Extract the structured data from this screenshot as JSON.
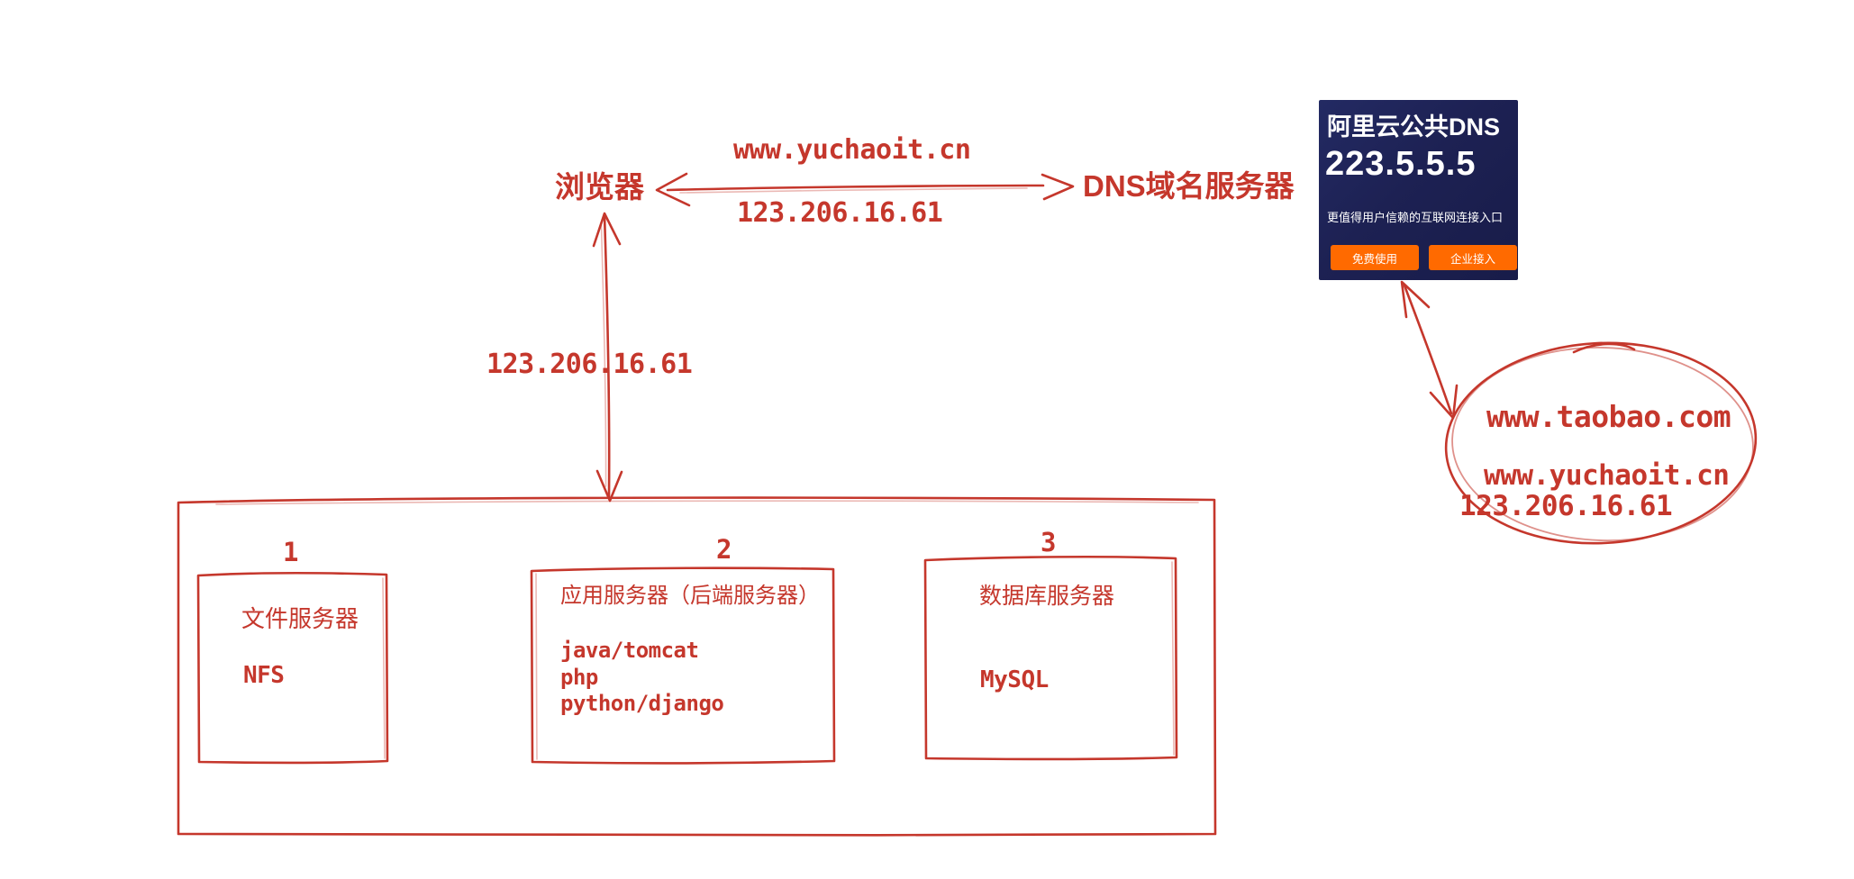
{
  "palette": {
    "ink_red": "#c5372c",
    "card_bg": "#1d2153",
    "accent_orange": "#ff6a00"
  },
  "top_flow": {
    "browser_label": "浏览器",
    "domain_label": "www.yuchaoit.cn",
    "ip_label": "123.206.16.61",
    "dns_label": "DNS域名服务器"
  },
  "browser_link": {
    "ip_label": "123.206.16.61"
  },
  "dns_card": {
    "title": "阿里云公共DNS",
    "ip": "223.5.5.5",
    "tagline": "更值得用户信赖的互联网连接入口",
    "buttons": [
      {
        "label": "免费使用"
      },
      {
        "label": "企业接入"
      }
    ]
  },
  "resolution_bubble": {
    "lines": [
      "www.taobao.com",
      "www.yuchaoit.cn",
      "123.206.16.61"
    ]
  },
  "server_cluster": {
    "boxes": [
      {
        "number": "1",
        "title": "文件服务器",
        "items": [
          "NFS"
        ]
      },
      {
        "number": "2",
        "title": "应用服务器（后端服务器）",
        "items": [
          "java/tomcat",
          "php",
          "python/django"
        ]
      },
      {
        "number": "3",
        "title": "数据库服务器",
        "items": [
          "MySQL"
        ]
      }
    ]
  }
}
